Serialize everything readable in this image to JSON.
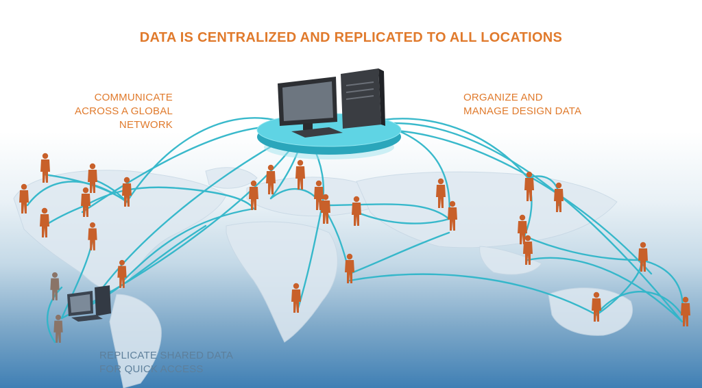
{
  "title": "DATA IS CENTRALIZED AND REPLICATED TO ALL LOCATIONS",
  "labels": {
    "communicate": [
      "COMMUNICATE",
      "ACROSS A GLOBAL",
      "NETWORK"
    ],
    "organize": [
      "ORGANIZE AND",
      "MANAGE DESIGN DATA"
    ],
    "replicate": [
      "REPLICATE SHARED DATA",
      "FOR QUICK ACCESS"
    ]
  },
  "colors": {
    "accent": "#e07a2c",
    "link": "#2fb6c9",
    "person": "#c8602a",
    "platform": "#4fd0e0",
    "map_land": "#dfe9f1"
  },
  "icons": [
    "central-server-icon",
    "regional-server-icon",
    "person-icon",
    "world-map"
  ]
}
